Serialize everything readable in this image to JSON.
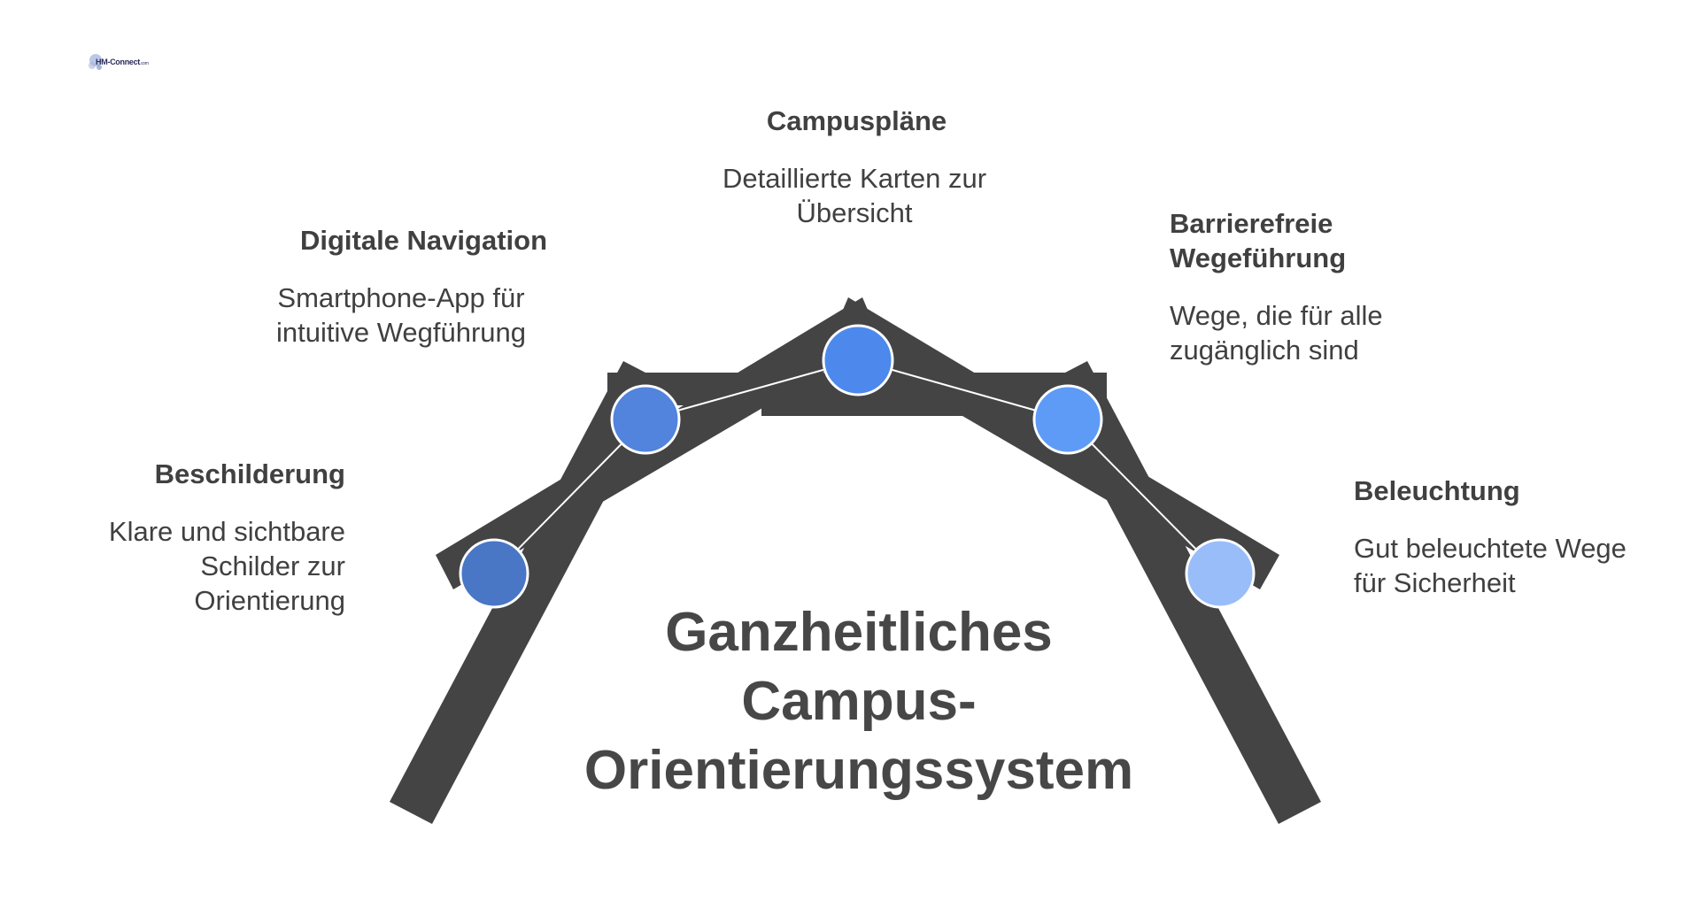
{
  "center_title": "Ganzheitliches Campus-Orientierungssystem",
  "logo": {
    "text": "HM-Connect",
    "domain": ".com"
  },
  "items": [
    {
      "title": "Beschilderung",
      "description": "Klare und sichtbare Schilder zur Orientierung",
      "color": "#4A76C6"
    },
    {
      "title": "Digitale Navigation",
      "description": "Smartphone-App für intuitive Wegführung",
      "color": "#5283DD"
    },
    {
      "title": "Campuspläne",
      "description": "Detaillierte Karten zur Übersicht",
      "color": "#4D89EC"
    },
    {
      "title": "Barrierefreie Wegeführung",
      "description": "Wege, die für alle zugänglich sind",
      "color": "#5E9BF7"
    },
    {
      "title": "Beleuchtung",
      "description": "Gut beleuchtete Wege für Sicherheit",
      "color": "#98BDF9"
    }
  ],
  "colors": {
    "beam": "#444444",
    "text": "#404040"
  }
}
